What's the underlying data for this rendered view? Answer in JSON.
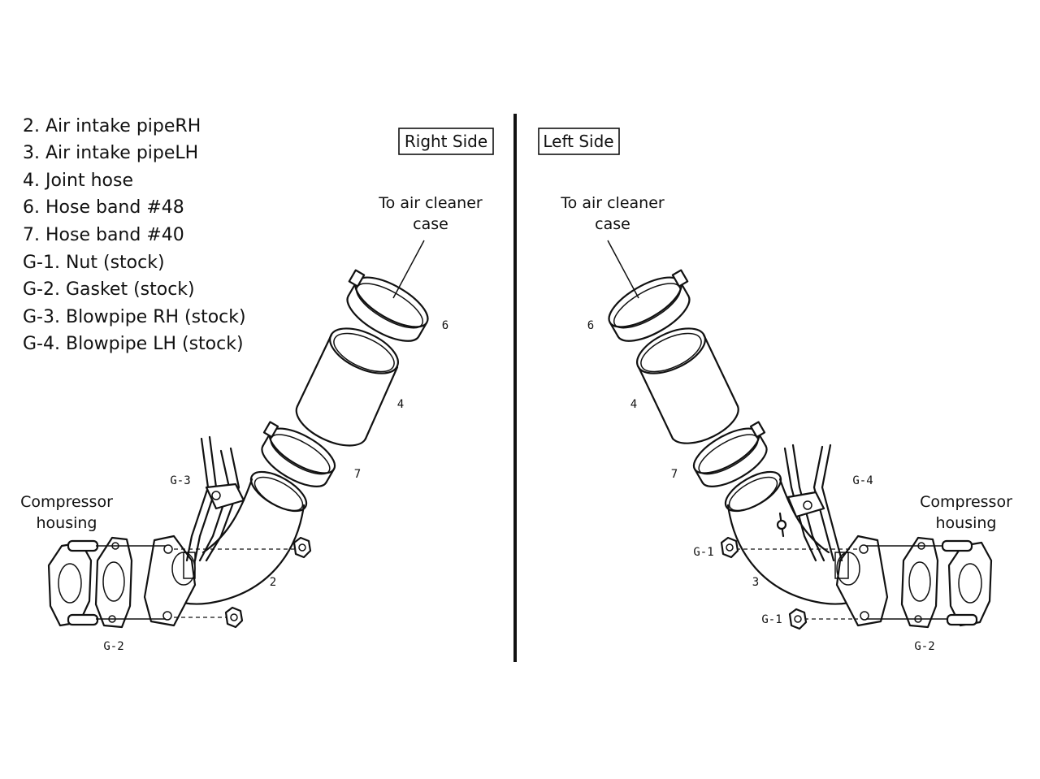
{
  "legend": [
    "2. Air intake pipeRH",
    "3. Air intake pipeLH",
    "4. Joint hose",
    "6. Hose band #48",
    "7. Hose band #40",
    "G-1. Nut (stock)",
    "G-2. Gasket (stock)",
    "G-3. Blowpipe RH (stock)",
    "G-4. Blowpipe LH (stock)"
  ],
  "right_panel": {
    "title": "Right Side",
    "air_cleaner_line1": "To air cleaner",
    "air_cleaner_line2": "case",
    "compressor_line1": "Compressor",
    "compressor_line2": "housing",
    "labels": {
      "hose_band_48": "6",
      "joint_hose": "4",
      "hose_band_40": "7",
      "blowpipe": "G-3",
      "pipe": "2",
      "gasket": "G-2"
    }
  },
  "left_panel": {
    "title": "Left Side",
    "air_cleaner_line1": "To air cleaner",
    "air_cleaner_line2": "case",
    "compressor_line1": "Compressor",
    "compressor_line2": "housing",
    "labels": {
      "hose_band_48": "6",
      "joint_hose": "4",
      "hose_band_40": "7",
      "blowpipe": "G-4",
      "nut_top": "G-1",
      "pipe": "3",
      "nut_bottom": "G-1",
      "gasket": "G-2"
    }
  }
}
